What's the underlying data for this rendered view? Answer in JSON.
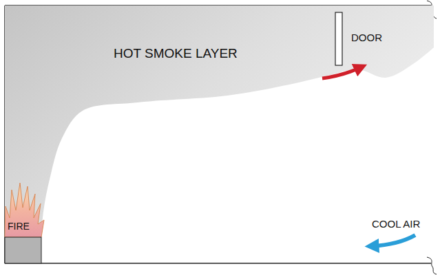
{
  "diagram": {
    "nodes": [
      {
        "text": [
          "HOT SMOKE LAYER"
        ]
      },
      {
        "text": [
          "DOOR"
        ]
      },
      {
        "text": [
          "FIRE"
        ]
      }
    ],
    "labels": [
      "COOL AIR"
    ]
  }
}
